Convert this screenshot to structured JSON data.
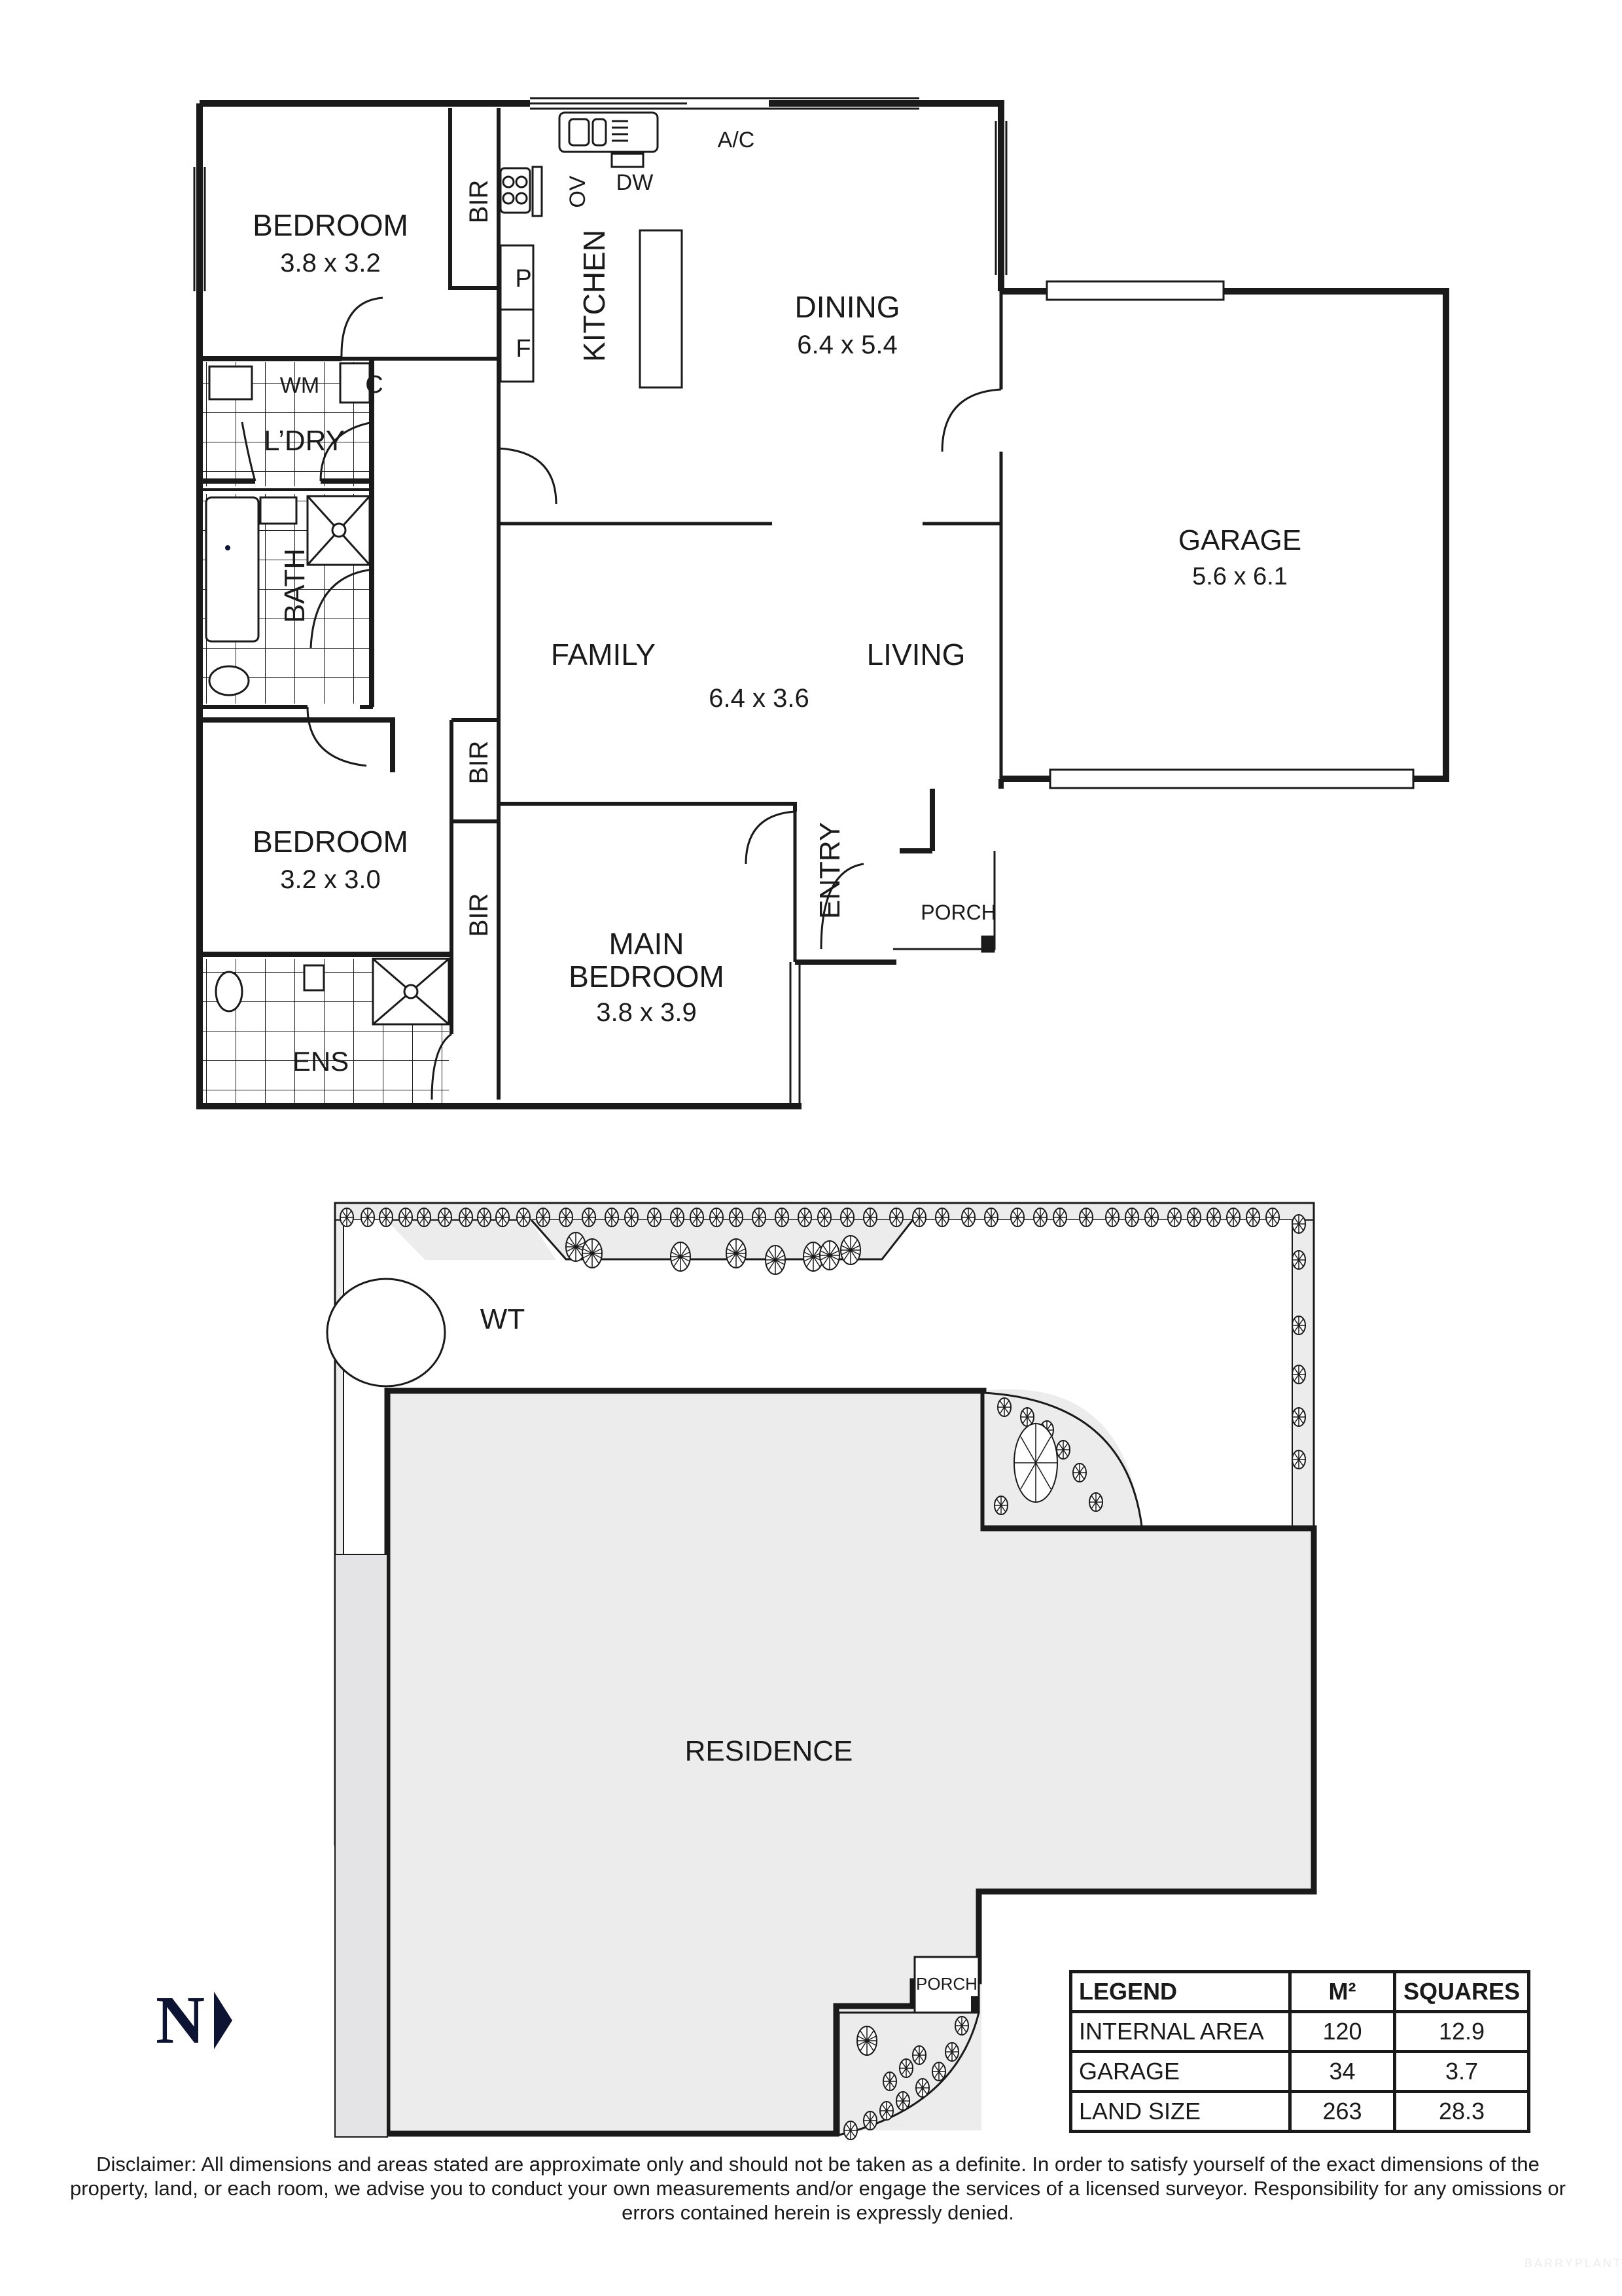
{
  "floorplan": {
    "rooms": [
      {
        "id": "bedroom1",
        "name": "BEDROOM",
        "size": "3.8 x 3.2"
      },
      {
        "id": "dining",
        "name": "DINING",
        "size": "6.4 x 5.4"
      },
      {
        "id": "garage",
        "name": "GARAGE",
        "size": "5.6 x 6.1"
      },
      {
        "id": "family",
        "name": "FAMILY",
        "size": ""
      },
      {
        "id": "living",
        "name": "LIVING",
        "size": "6.4 x 3.6"
      },
      {
        "id": "bedroom2",
        "name": "BEDROOM",
        "size": "3.2 x 3.0"
      },
      {
        "id": "main_bedroom",
        "name_line1": "MAIN",
        "name_line2": "BEDROOM",
        "size": "3.8 x 3.9"
      }
    ],
    "small_labels": {
      "bir": "BIR",
      "kitchen": "KITCHEN",
      "ov": "OV",
      "dw": "DW",
      "ac": "A/C",
      "pantry": "P",
      "fridge": "F",
      "wm": "WM",
      "cupboard": "C",
      "laundry": "L’DRY",
      "bath": "BATH",
      "ensuite": "ENS",
      "entry": "ENTRY",
      "porch": "PORCH"
    },
    "shared_size": "6.4 x 3.6"
  },
  "siteplan": {
    "residence": "RESIDENCE",
    "water_tank": "WT",
    "porch": "PORCH",
    "north_label": "N"
  },
  "legend": {
    "headers": [
      "LEGEND",
      "M²",
      "SQUARES"
    ],
    "rows": [
      {
        "label": "INTERNAL AREA",
        "m2": "120",
        "squares": "12.9"
      },
      {
        "label": "GARAGE",
        "m2": "34",
        "squares": "3.7"
      },
      {
        "label": "LAND SIZE",
        "m2": "263",
        "squares": "28.3"
      }
    ]
  },
  "disclaimer": "Disclaimer: All dimensions and areas stated are approximate only and should not be taken as a definite. In order to satisfy yourself of the exact dimensions of the property, land, or each room, we advise you to conduct your own measurements and/or engage the services of a licensed surveyor. Responsibility for any omissions or errors contained herein is expressly denied.",
  "watermark": "BARRYPLANT",
  "colors": {
    "ink": "#1a1a1a",
    "site_fill": "#ececec",
    "north": "#0d1433"
  }
}
